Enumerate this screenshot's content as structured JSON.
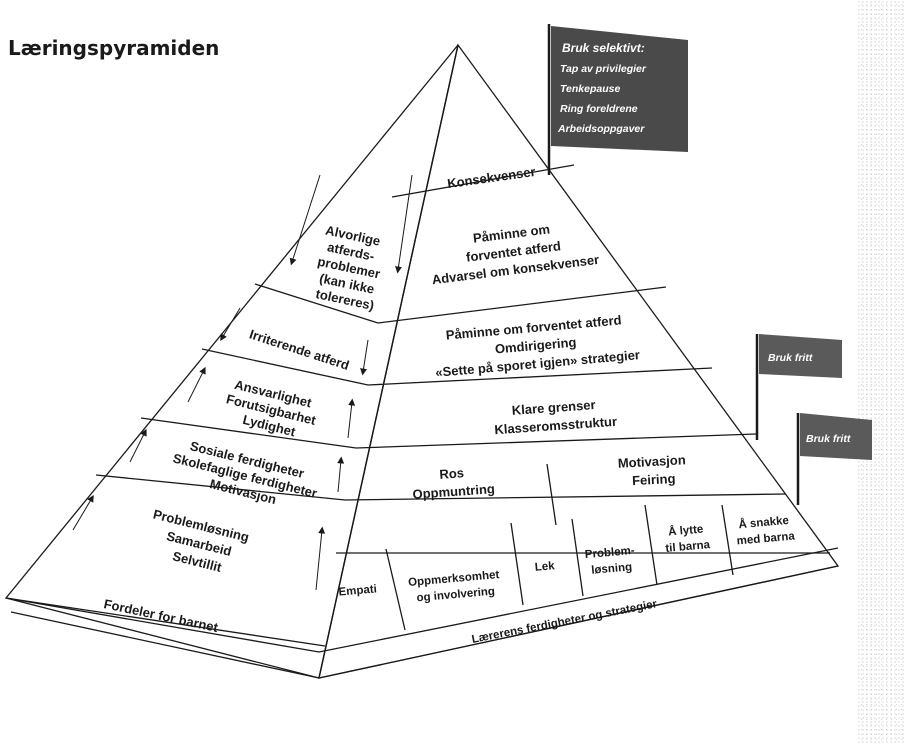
{
  "title": "Læringspyramiden",
  "flags": {
    "top": {
      "lines": [
        "Bruk selektivt:",
        "Tap av privilegier",
        "Tenkepause",
        "Ring foreldrene",
        "Arbeidsoppgaver"
      ]
    },
    "middle": {
      "label": "Bruk fritt"
    },
    "lower": {
      "label": "Bruk fritt"
    }
  },
  "right_face": {
    "row1": "Konsekvenser",
    "row2": [
      "Påminne om",
      "forventet atferd",
      "Advarsel om konsekvenser"
    ],
    "row3": [
      "Påminne om forventet atferd",
      "Omdirigering",
      "«Sette på sporet igjen» strategier"
    ],
    "row4": [
      "Klare grenser",
      "Klasseromsstruktur"
    ],
    "row5_left": [
      "Ros",
      "Oppmuntring"
    ],
    "row5_right": [
      "Motivasjon",
      "Feiring"
    ],
    "row6": {
      "empati": "Empati",
      "oppmerksomhet": [
        "Oppmerksomhet",
        "og involvering"
      ],
      "lek": "Lek",
      "problemlosning": [
        "Problem-",
        "løsning"
      ],
      "lytte": [
        "Å lytte",
        "til barna"
      ],
      "snakke": [
        "Å snakke",
        "med barna"
      ]
    },
    "base": "Lærerens ferdigheter og strategier"
  },
  "left_face": {
    "row1": [
      "Alvorlige",
      "atferds-",
      "problemer",
      "(kan ikke",
      "tolereres)"
    ],
    "row2": "Irriterende atferd",
    "row3": [
      "Ansvarlighet",
      "Forutsigbarhet",
      "Lydighet"
    ],
    "row4": [
      "Sosiale ferdigheter",
      "Skolefaglige ferdigheter",
      "Motivasjon"
    ],
    "row5": [
      "Problemløsning",
      "Samarbeid",
      "Selvtillit"
    ],
    "base": "Fordeler for barnet"
  },
  "colors": {
    "ink": "#1a1a1a",
    "flag": "#4a4a4a",
    "paper": "#ffffff"
  }
}
